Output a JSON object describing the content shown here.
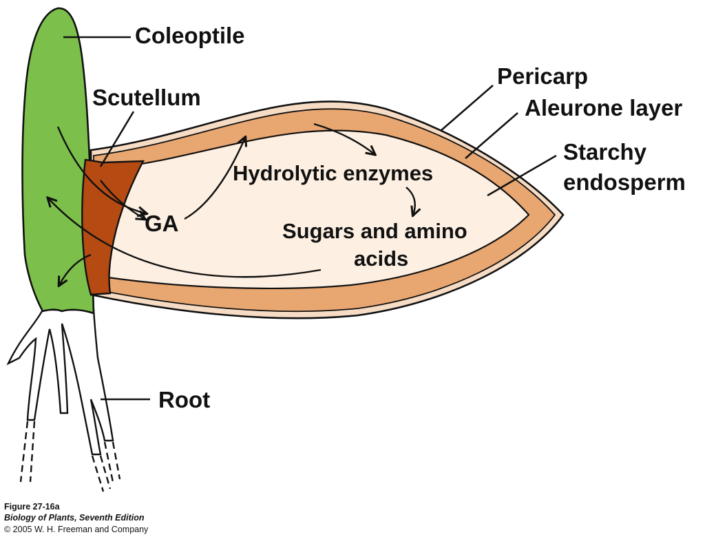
{
  "colors": {
    "coleoptile": "#7cc04b",
    "scutellum": "#b54a12",
    "aleurone": "#e8a671",
    "pericarp": "#f6dcc4",
    "endosperm": "#fdf0e2",
    "outline": "#111111"
  },
  "labels": {
    "coleoptile": "Coleoptile",
    "scutellum": "Scutellum",
    "pericarp": "Pericarp",
    "aleurone": "Aleurone layer",
    "starchy_line1": "Starchy",
    "starchy_line2": "endosperm",
    "hydrolytic": "Hydrolytic enzymes",
    "ga": "GA",
    "sugars_line1": "Sugars and amino",
    "sugars_line2": "acids",
    "root": "Root"
  },
  "caption": {
    "figure": "Figure 27-16a",
    "book": "Biology of Plants, Seventh Edition",
    "copyright": "© 2005 W. H. Freeman and Company"
  }
}
